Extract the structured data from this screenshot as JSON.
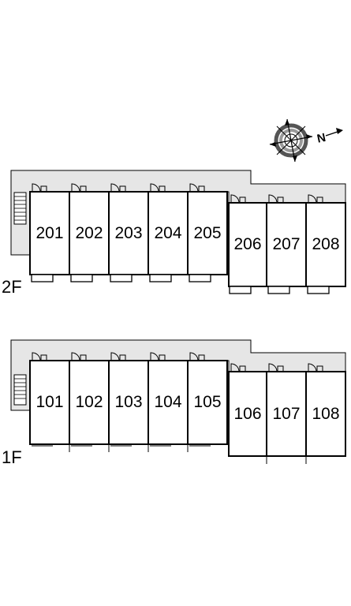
{
  "compass": {
    "north_letter": "N",
    "icon": "compass-rose-icon"
  },
  "floors": [
    {
      "id": "2F",
      "label": "2F",
      "units": [
        {
          "number": "201"
        },
        {
          "number": "202"
        },
        {
          "number": "203"
        },
        {
          "number": "204"
        },
        {
          "number": "205"
        },
        {
          "number": "206"
        },
        {
          "number": "207"
        },
        {
          "number": "208"
        }
      ]
    },
    {
      "id": "1F",
      "label": "1F",
      "units": [
        {
          "number": "101"
        },
        {
          "number": "102"
        },
        {
          "number": "103"
        },
        {
          "number": "104"
        },
        {
          "number": "105"
        },
        {
          "number": "106"
        },
        {
          "number": "107"
        },
        {
          "number": "108"
        }
      ]
    }
  ],
  "colors": {
    "corridor": "#e6e6e6",
    "line": "#000000",
    "background": "#ffffff"
  }
}
